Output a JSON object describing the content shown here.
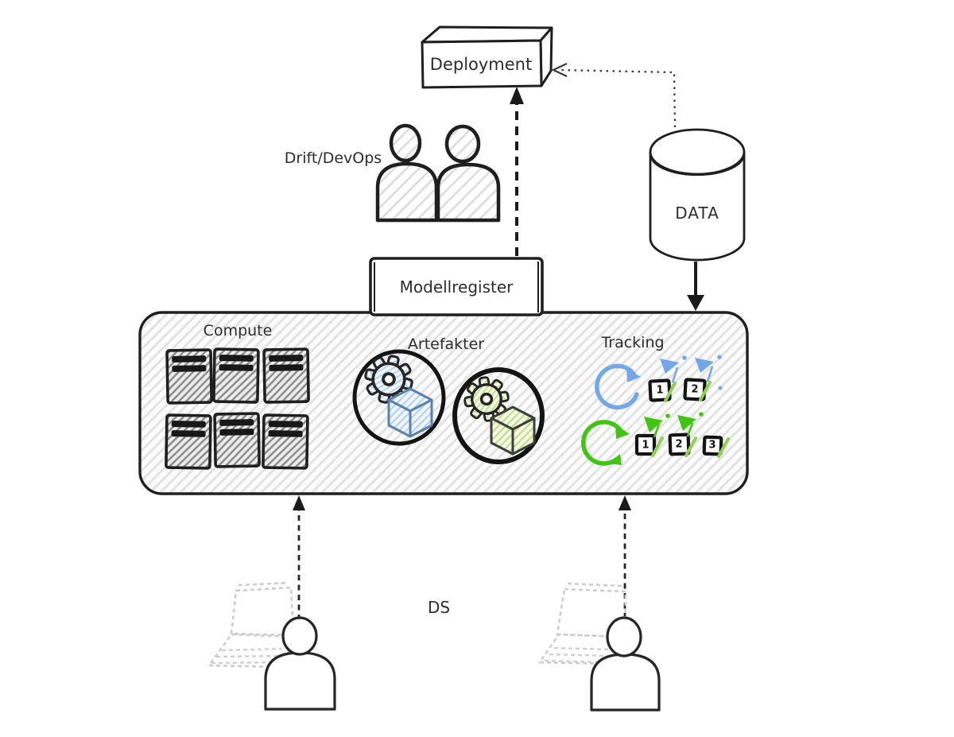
{
  "colors": {
    "ink": "#1f1f1f",
    "blue_accent": "#74a7e8",
    "green_accent": "#41c513",
    "check_green": "#8fd14f",
    "blue_fill": "#dcebfb",
    "green_fill": "#e3f1c2",
    "hatch_gray": "#e3e3e3",
    "sketch_gray": "#cdcdcd"
  },
  "nodes": {
    "deployment": {
      "label": "Deployment",
      "icon": "box-3d-icon"
    },
    "drift_devops": {
      "label": "Drift/DevOps",
      "icon": "users-icon"
    },
    "modellregister": {
      "label": "Modellregister",
      "icon": "rectangle-node"
    },
    "data": {
      "label": "DATA",
      "icon": "database-icon"
    },
    "ds": {
      "label": "DS",
      "icon": "users-icon"
    }
  },
  "platform": {
    "compute": {
      "label": "Compute",
      "icon": "server-icon",
      "server_count": 6
    },
    "artefakter": {
      "label": "Artefakter",
      "icons": [
        "gear-icon",
        "cube-icon"
      ],
      "variants": [
        "blue",
        "green"
      ]
    },
    "tracking": {
      "label": "Tracking",
      "rows": [
        {
          "accent": "blue",
          "icon": "refresh-icon",
          "runs": [
            "1",
            "2"
          ]
        },
        {
          "accent": "green",
          "icon": "refresh-icon",
          "runs": [
            "1",
            "2",
            "3"
          ]
        }
      ]
    }
  },
  "edges": [
    {
      "from": "modellregister",
      "to": "deployment",
      "style": "dashed-arrow"
    },
    {
      "from": "data",
      "to": "deployment",
      "style": "dotted-arrow"
    },
    {
      "from": "data",
      "to": "platform",
      "style": "solid-arrow"
    },
    {
      "from": "ds-user-left",
      "to": "platform",
      "style": "dashed-arrow"
    },
    {
      "from": "ds-user-right",
      "to": "platform",
      "style": "dashed-arrow"
    }
  ]
}
